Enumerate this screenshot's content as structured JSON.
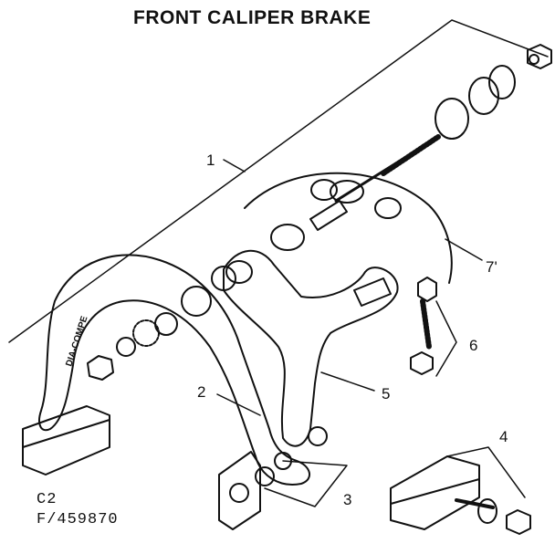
{
  "title": "FRONT CALIPER BRAKE",
  "brand_text": "DIA-COMPE",
  "callouts": [
    "1",
    "2",
    "3",
    "4",
    "5",
    "6",
    "7'"
  ],
  "code_line1": "C2",
  "code_line2": "F/459870"
}
